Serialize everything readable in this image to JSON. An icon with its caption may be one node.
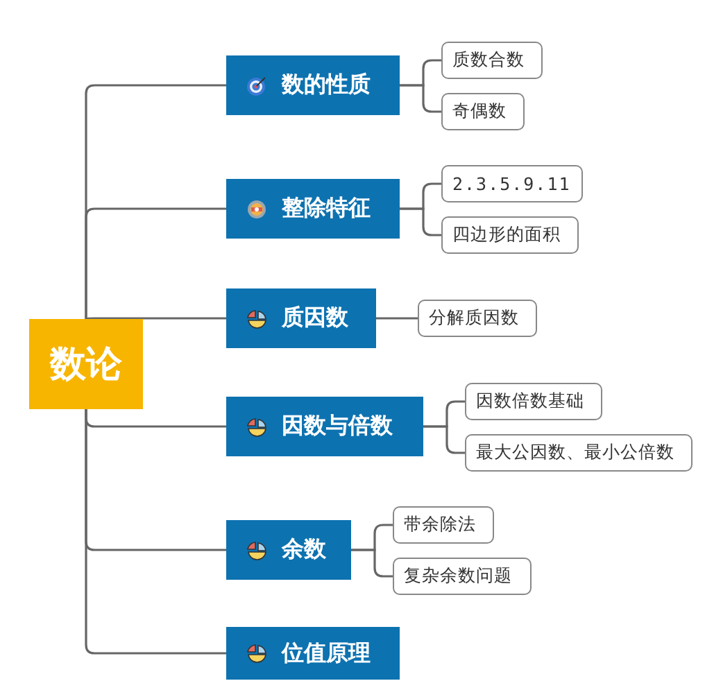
{
  "diagram": {
    "nodes": [
      {
        "text": [
          "数论"
        ]
      },
      {
        "text": [
          "数的性质"
        ]
      },
      {
        "text": [
          "质数合数"
        ]
      },
      {
        "text": [
          "奇偶数"
        ]
      },
      {
        "text": [
          "整除特征"
        ]
      },
      {
        "text": [
          "2.3.5.9.11"
        ]
      },
      {
        "text": [
          "四边形的面积"
        ]
      },
      {
        "text": [
          "质因数"
        ]
      },
      {
        "text": [
          "分解质因数"
        ]
      },
      {
        "text": [
          "因数与倍数"
        ]
      },
      {
        "text": [
          "因数倍数基础"
        ]
      },
      {
        "text": [
          "最大公因数、最小公倍数"
        ]
      },
      {
        "text": [
          "余数"
        ]
      },
      {
        "text": [
          "带余除法"
        ]
      },
      {
        "text": [
          "复杂余数问题"
        ]
      },
      {
        "text": [
          "位值原理"
        ]
      }
    ],
    "edges": [
      {
        "from": 0,
        "to": 1,
        "arrow": "none"
      },
      {
        "from": 1,
        "to": 2,
        "arrow": "none"
      },
      {
        "from": 1,
        "to": 3,
        "arrow": "none"
      },
      {
        "from": 0,
        "to": 4,
        "arrow": "none"
      },
      {
        "from": 4,
        "to": 5,
        "arrow": "none"
      },
      {
        "from": 4,
        "to": 6,
        "arrow": "none"
      },
      {
        "from": 0,
        "to": 7,
        "arrow": "none"
      },
      {
        "from": 7,
        "to": 8,
        "arrow": "none"
      },
      {
        "from": 0,
        "to": 9,
        "arrow": "none"
      },
      {
        "from": 9,
        "to": 10,
        "arrow": "none"
      },
      {
        "from": 9,
        "to": 11,
        "arrow": "none"
      },
      {
        "from": 0,
        "to": 12,
        "arrow": "none"
      },
      {
        "from": 12,
        "to": 13,
        "arrow": "none"
      },
      {
        "from": 12,
        "to": 14,
        "arrow": "none"
      },
      {
        "from": 0,
        "to": 15,
        "arrow": "none"
      }
    ]
  }
}
